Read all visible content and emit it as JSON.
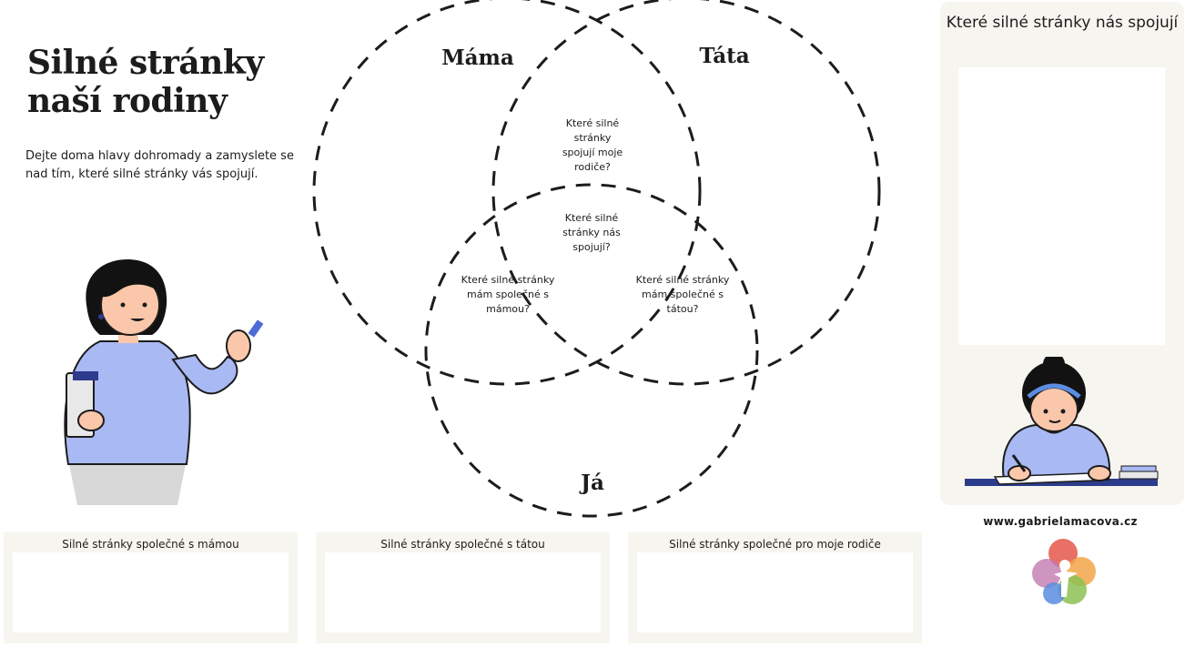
{
  "title": "Silné stránky naší rodiny",
  "intro": "Dejte doma hlavy dohromady a zamyslete se nad tím, které silné stránky vás spojují.",
  "venn": {
    "circle_mama": "Máma",
    "circle_tata": "Táta",
    "circle_ja": "Já",
    "q_parents": "Které silné stránky spojují moje rodiče?",
    "q_all": "Které silné stránky nás spojují?",
    "q_mama": "Které silné stránky mám společné s mámou?",
    "q_tata": "Které silné stránky mám společné s tátou?"
  },
  "right_panel": {
    "title": "Které silné stránky nás spojují"
  },
  "bottom_boxes": [
    {
      "title": "Silné stránky společné s mámou"
    },
    {
      "title": "Silné stránky společné s tátou"
    },
    {
      "title": "Silné stránky společné pro moje rodiče"
    }
  ],
  "website": "www.gabrielamacova.cz",
  "colors": {
    "panel": "#f7f5f0",
    "blouse": "#a9b9f3",
    "logo_red": "#e4574a",
    "logo_orange": "#f2a649",
    "logo_green": "#8cc152",
    "logo_blue": "#5b8de0"
  }
}
